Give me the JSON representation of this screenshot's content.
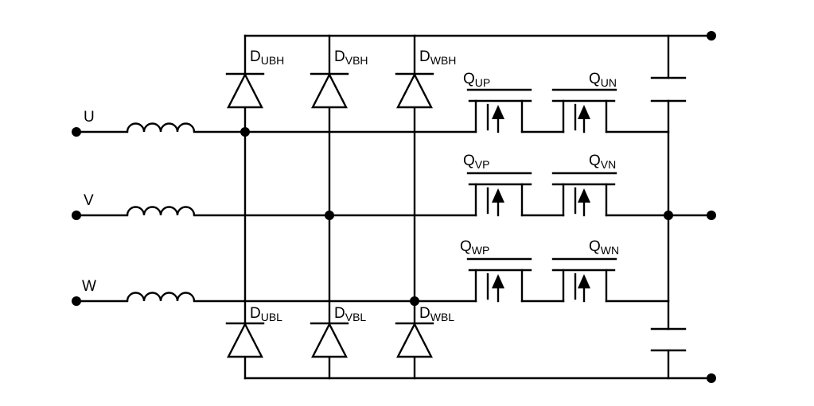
{
  "diagram": {
    "inputs": [
      {
        "id": "u",
        "label": "U"
      },
      {
        "id": "v",
        "label": "V"
      },
      {
        "id": "w",
        "label": "W"
      }
    ],
    "diodes": [
      {
        "id": "dubh",
        "main": "D",
        "sub": "UBH"
      },
      {
        "id": "dvbh",
        "main": "D",
        "sub": "VBH"
      },
      {
        "id": "dwbh",
        "main": "D",
        "sub": "WBH"
      },
      {
        "id": "dubl",
        "main": "D",
        "sub": "UBL"
      },
      {
        "id": "dvbl",
        "main": "D",
        "sub": "VBL"
      },
      {
        "id": "dwbl",
        "main": "D",
        "sub": "WBL"
      }
    ],
    "transistors": [
      {
        "id": "qup",
        "main": "Q",
        "sub": "UP"
      },
      {
        "id": "qun",
        "main": "Q",
        "sub": "UN"
      },
      {
        "id": "qvp",
        "main": "Q",
        "sub": "VP"
      },
      {
        "id": "qvn",
        "main": "Q",
        "sub": "VN"
      },
      {
        "id": "qwp",
        "main": "Q",
        "sub": "WP"
      },
      {
        "id": "qwn",
        "main": "Q",
        "sub": "WN"
      }
    ]
  }
}
